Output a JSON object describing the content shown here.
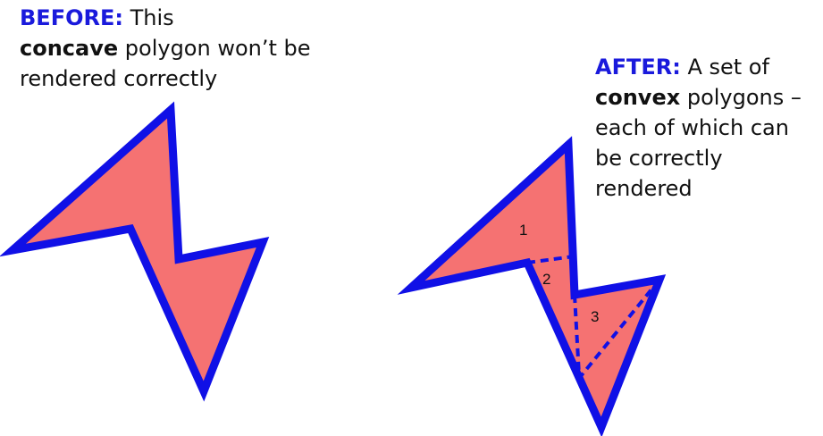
{
  "before": {
    "label": "BEFORE:",
    "text_1": " This",
    "emphasis": "concave",
    "text_2": " polygon won’t be",
    "text_3": "rendered correctly"
  },
  "after": {
    "label": "AFTER:",
    "text_1": " A set of",
    "emphasis": "convex",
    "text_2": " polygons –",
    "text_3": "each of which can",
    "text_4": "be correctly",
    "text_5": "rendered"
  },
  "regions": [
    "1",
    "2",
    "3"
  ],
  "colors": {
    "fill": "#f57272",
    "outline": "#1010e6",
    "label_accent": "#1a1adc"
  }
}
